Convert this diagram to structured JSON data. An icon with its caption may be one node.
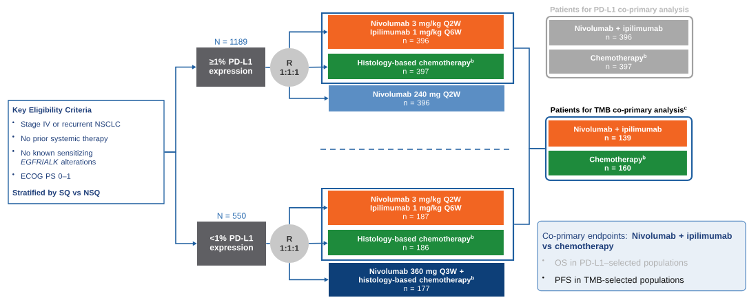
{
  "diagram": {
    "nodes": [
      {
        "text": [
          "Key Eligibility Criteria",
          "Stage IV or recurrent NSCLC",
          "No prior systemic therapy",
          "No known sensitizing *EGFR*/*ALK* alterations",
          "ECOG PS 0–1",
          "Stratified by SQ vs NSQ"
        ]
      },
      {
        "text": [
          "≥1% PD-L1 expression"
        ],
        "beside": [
          "N = 1189"
        ]
      },
      {
        "text": [
          "R 1:1:1"
        ]
      },
      {
        "text": [],
        "shape": "box"
      },
      {
        "text": [
          "Nivolumab 3 mg/kg Q2W Ipilimumab 1 mg/kg Q6W",
          "n = 396"
        ],
        "in": 3
      },
      {
        "text": [
          "Histology-based chemotherapy$^{b}$",
          "n = 397"
        ],
        "in": 3
      },
      {
        "text": [
          "Nivolumab 240 mg Q2W",
          "n = 396"
        ]
      },
      {
        "text": [
          "<1% PD-L1 expression"
        ],
        "beside": [
          "N = 550"
        ]
      },
      {
        "text": [
          "R 1:1:1"
        ]
      },
      {
        "text": [],
        "shape": "box"
      },
      {
        "text": [
          "Nivolumab 3 mg/kg Q2W Ipilimumab 1 mg/kg Q6W",
          "n = 187"
        ],
        "in": 9
      },
      {
        "text": [
          "Histology-based chemotherapy$^{b}$",
          "n = 186"
        ],
        "in": 9
      },
      {
        "text": [
          "Nivolumab 360 mg Q3W + histology-based chemotherapy$^{b}$",
          "n = 177"
        ]
      },
      {
        "text": [
          "Patients for PD-L1 co-primary analysis"
        ]
      },
      {
        "text": [
          "Nivolumab + ipilimumab",
          "n = 396"
        ],
        "in": 13
      },
      {
        "text": [
          "Chemotherapy$^{b}$",
          "n = 397"
        ],
        "in": 13
      },
      {
        "text": [
          "Patients for TMB co-primary analysis$^{c}$"
        ]
      },
      {
        "text": [
          "Nivolumab + ipilimumab",
          "n = 139"
        ],
        "in": 16
      },
      {
        "text": [
          "Chemotherapy$^{b}$",
          "n = 160"
        ],
        "in": 16
      },
      {
        "text": [
          "Co-primary endpoints: **Nivolumab + ipilimumab vs chemotherapy**",
          "OS in PD-L1–selected populations",
          "PFS in TMB-selected populations"
        ]
      }
    ],
    "edges": [
      {
        "from": 0,
        "to": 1,
        "arrow": "to"
      },
      {
        "from": 0,
        "to": 7,
        "arrow": "to"
      },
      {
        "from": 1,
        "to": 2,
        "arrow": "none"
      },
      {
        "from": 2,
        "to": 4,
        "arrow": "to"
      },
      {
        "from": 2,
        "to": 5,
        "arrow": "to"
      },
      {
        "from": 2,
        "to": 6,
        "arrow": "to"
      },
      {
        "from": 7,
        "to": 8,
        "arrow": "none"
      },
      {
        "from": 8,
        "to": 10,
        "arrow": "to"
      },
      {
        "from": 8,
        "to": 11,
        "arrow": "to"
      },
      {
        "from": 8,
        "to": 12,
        "arrow": "to"
      },
      {
        "from": 3,
        "to": 16,
        "arrow": "none"
      },
      {
        "from": 9,
        "to": 16,
        "arrow": "none"
      }
    ]
  }
}
